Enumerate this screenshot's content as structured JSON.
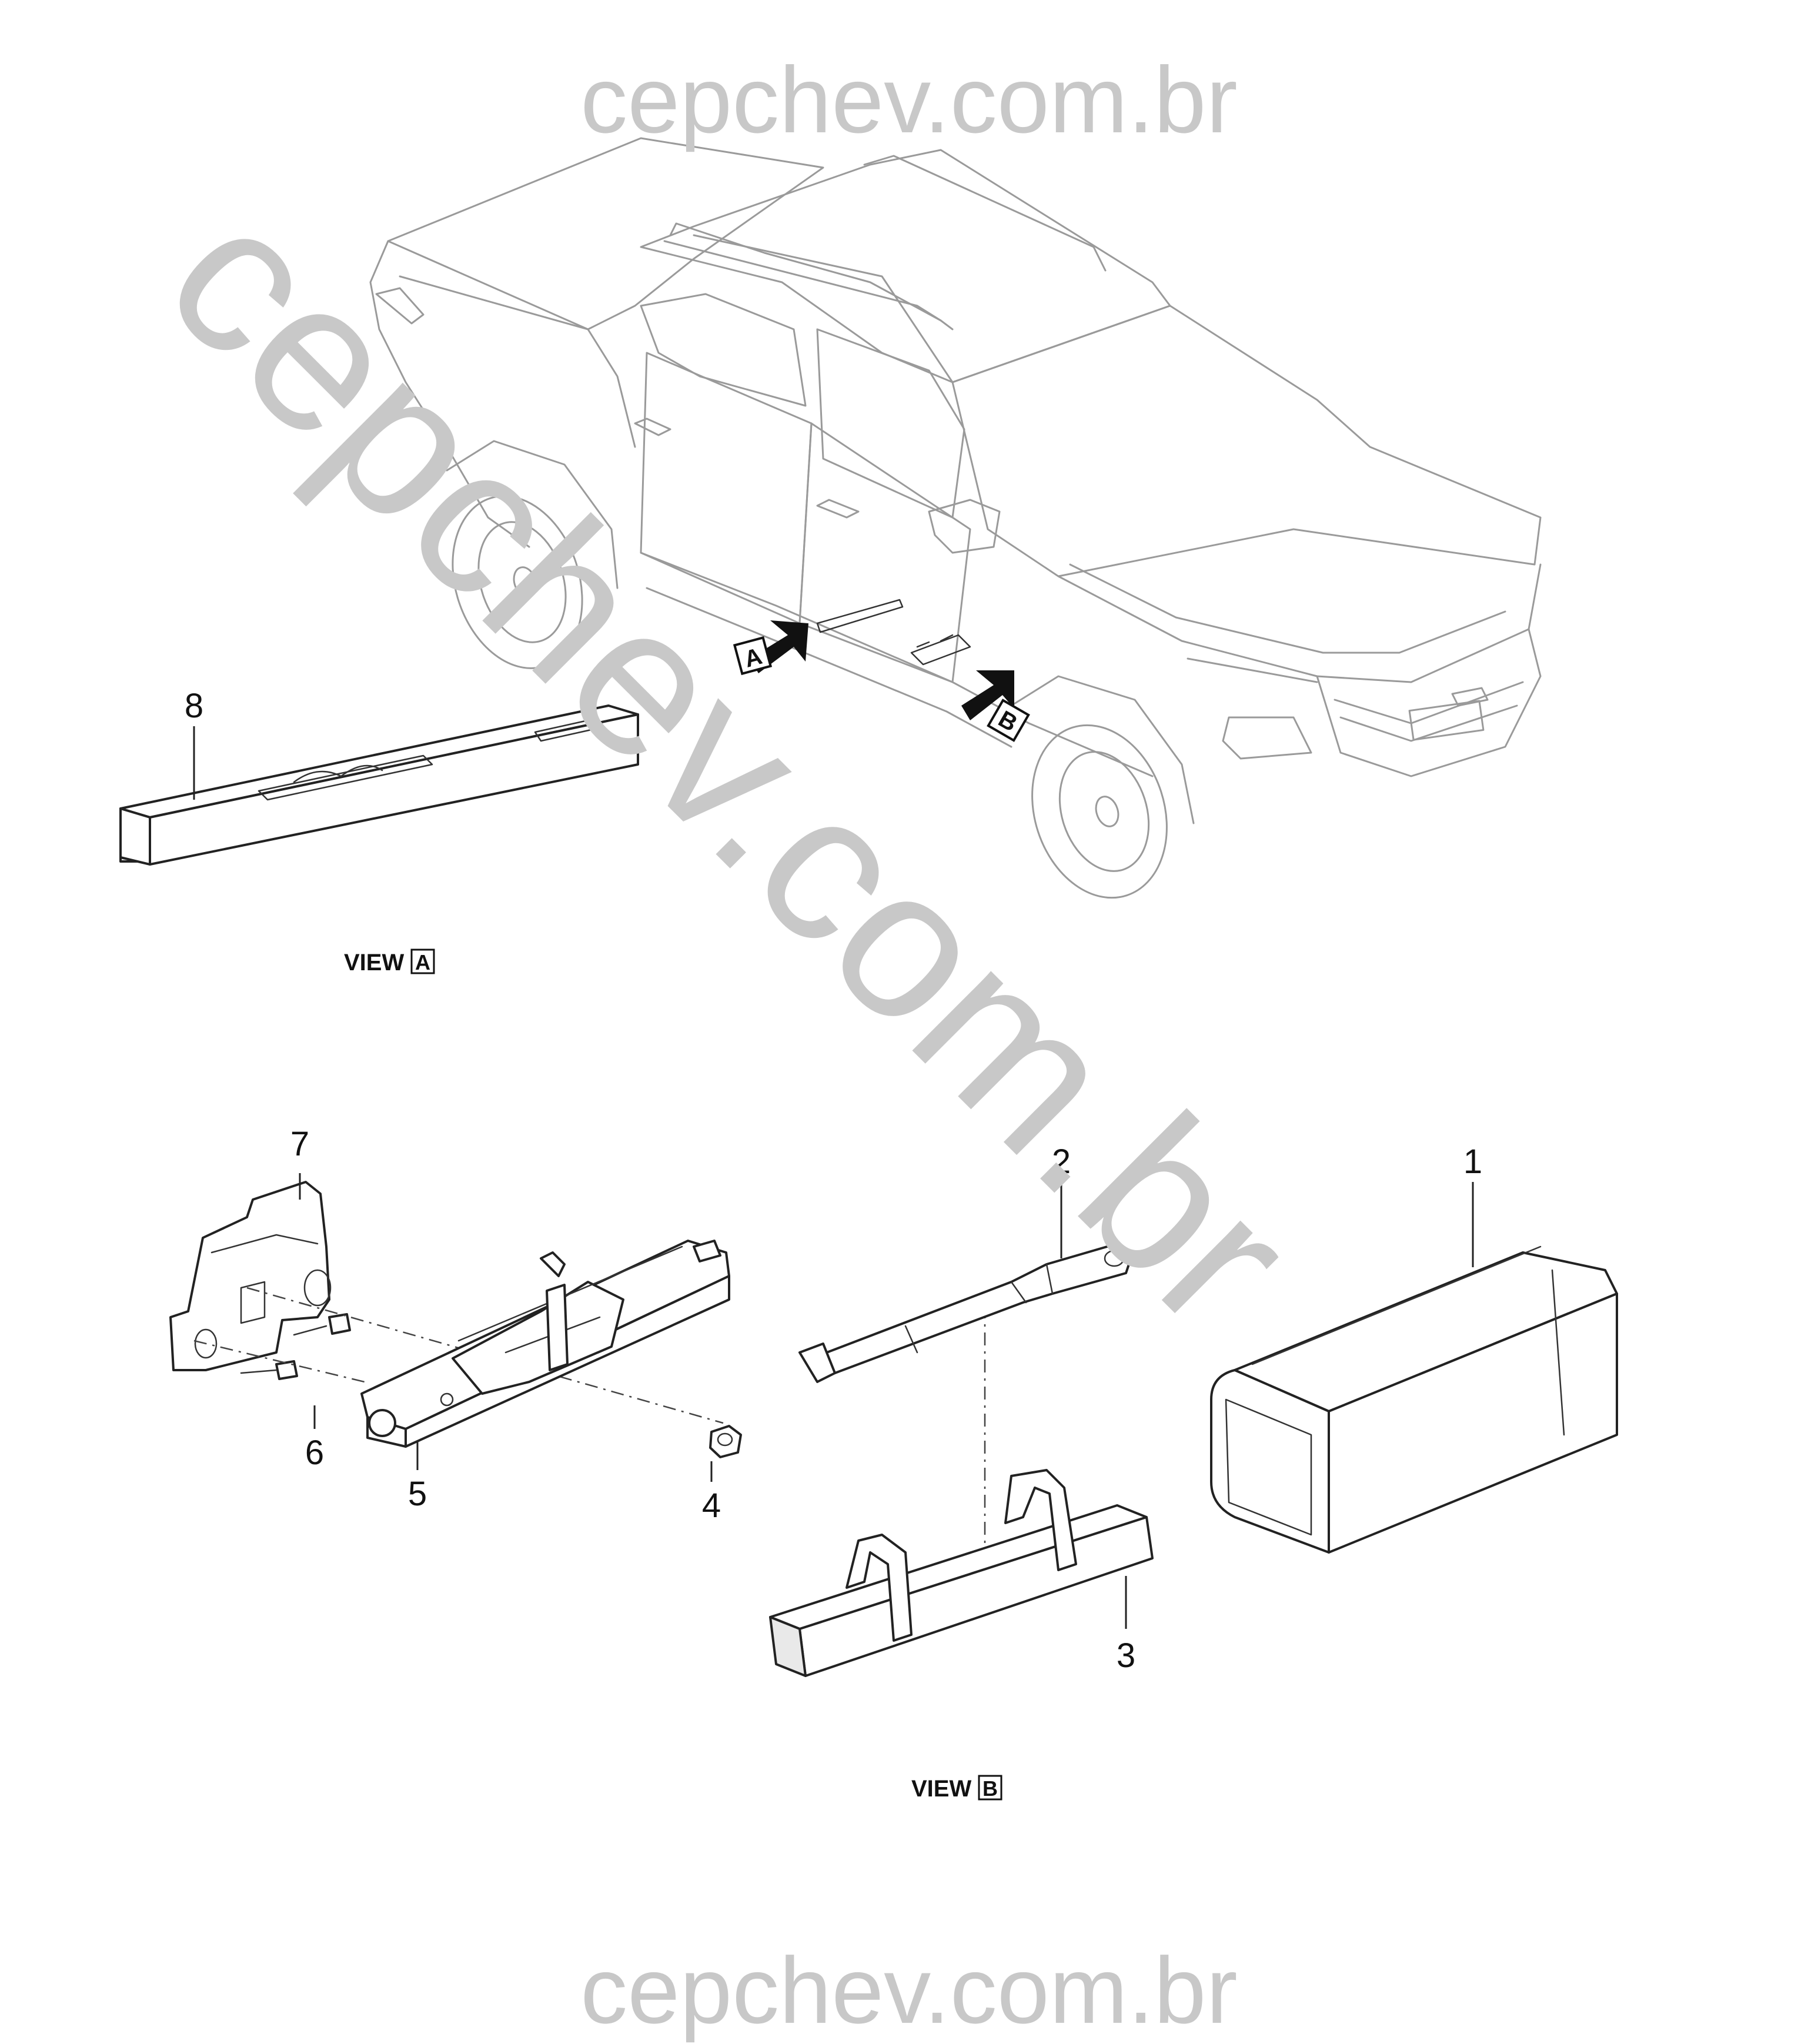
{
  "watermark": {
    "top_text": "cepchev.com.br",
    "bottom_text": "cepchev.com.br",
    "diagonal_text": "cepchev.com.br",
    "color": "#c8c8c8"
  },
  "vehicle": {
    "view_markers": [
      {
        "letter": "A"
      },
      {
        "letter": "B"
      }
    ]
  },
  "views": {
    "view_a": {
      "label": "VIEW",
      "letter": "A"
    },
    "view_b": {
      "label": "VIEW",
      "letter": "B"
    }
  },
  "callouts": [
    {
      "number": "1",
      "part": "tool-bag"
    },
    {
      "number": "2",
      "part": "wheel-wrench"
    },
    {
      "number": "3",
      "part": "tool-holder"
    },
    {
      "number": "4",
      "part": "nut"
    },
    {
      "number": "5",
      "part": "jack"
    },
    {
      "number": "6",
      "part": "bolt"
    },
    {
      "number": "7",
      "part": "jack-bracket"
    },
    {
      "number": "8",
      "part": "jack-handle-bag"
    }
  ]
}
